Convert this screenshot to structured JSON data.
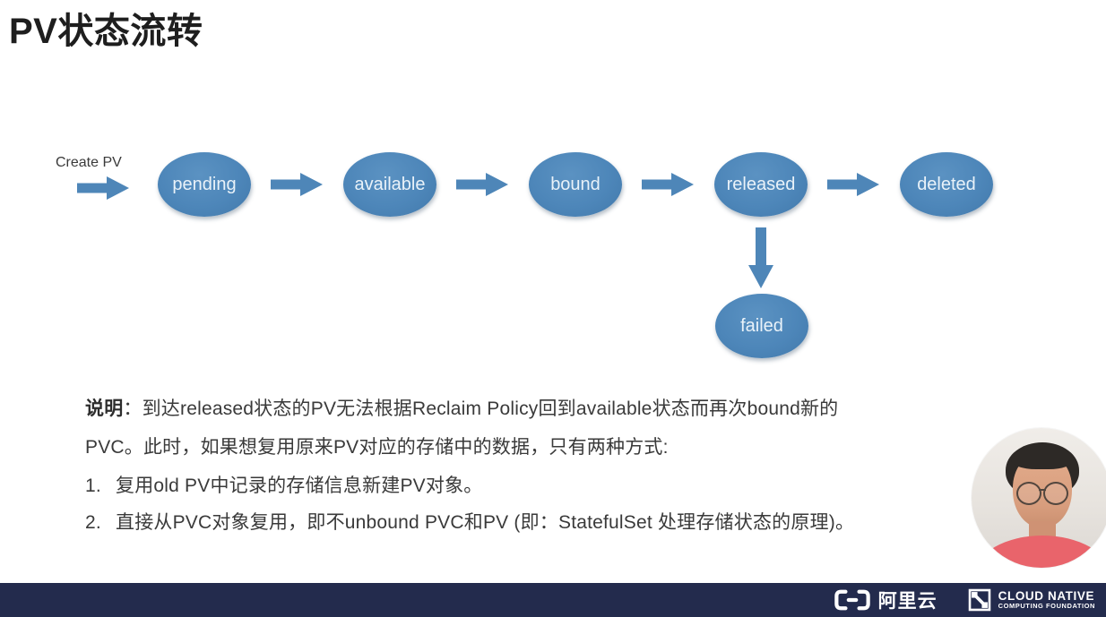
{
  "slide": {
    "title": "PV状态流转"
  },
  "diagram": {
    "create_label": "Create PV",
    "states": [
      {
        "label": "pending"
      },
      {
        "label": "available"
      },
      {
        "label": "bound"
      },
      {
        "label": "released"
      },
      {
        "label": "deleted"
      }
    ],
    "branch_state": {
      "label": "failed"
    },
    "colors": {
      "node_fill": "#4d86b9",
      "node_text": "#e9f2f9",
      "arrow": "#4e86b8"
    }
  },
  "explanation": {
    "label": "说明",
    "line1": "：到达released状态的PV无法根据Reclaim Policy回到available状态而再次bound新的",
    "line2": "PVC。此时，如果想复用原来PV对应的存储中的数据，只有两种方式:",
    "items": [
      {
        "num": "1.",
        "text": "复用old PV中记录的存储信息新建PV对象。"
      },
      {
        "num": "2.",
        "text": "直接从PVC对象复用，即不unbound PVC和PV (即：StatefulSet 处理存储状态的原理)。"
      }
    ]
  },
  "footer": {
    "bar_color": "#232b4d",
    "alibaba_label": "阿里云",
    "cncf_line1": "CLOUD NATIVE",
    "cncf_line2": "COMPUTING FOUNDATION"
  }
}
